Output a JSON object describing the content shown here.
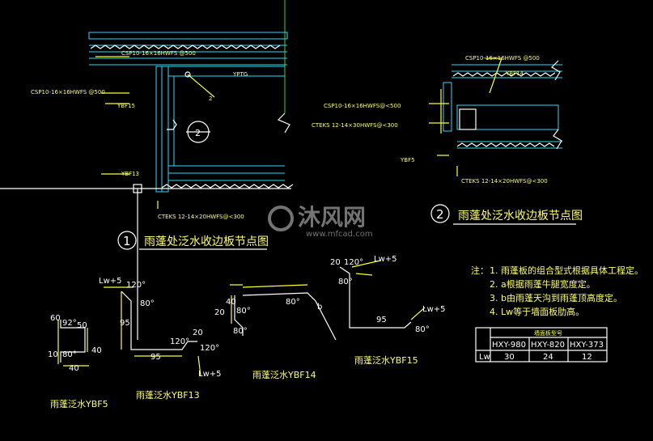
{
  "detail1": {
    "callout_top": "CSP10-16×16HWFS @500",
    "callout_left": "CSP10-16×16HWFS @500",
    "left_flash": "YBF15",
    "ptg": "YPTG",
    "note_small": "2",
    "ybf13": "YBF13",
    "teks": "CTEKS 12-14×20HWFS@<300",
    "section_number": "2",
    "title_number": "1",
    "title": "雨蓬处泛水收边板节点图"
  },
  "detail2": {
    "callout_top": "CSP10-16×16HWFS @500",
    "ybf14": "YBF14",
    "callout_mid": "CSP10-16×16HWFS@<500",
    "teks_top": "CTEKS 12-14×30HWFS@<300",
    "ybf5": "YBF5",
    "teks_bottom": "CTEKS 12-14×20HWFS@<300",
    "title_number": "2",
    "title": "雨蓬处泛水收边板节点图"
  },
  "profiles": {
    "ybf5": {
      "d60": "60",
      "a92": "92°",
      "d50": "50",
      "d40a": "40",
      "d10": "10",
      "a80": "80°",
      "d40b": "40",
      "label": "雨蓬泛水YBF5"
    },
    "ybf13": {
      "lw_top": "Lw+5",
      "a120a": "120°",
      "a80": "80°",
      "d95v": "95",
      "d95h": "95",
      "a120b": "120°",
      "d20": "20",
      "a120c": "120°",
      "lw_bottom": "Lw+5",
      "label": "雨蓬泛水YBF13"
    },
    "ybf14": {
      "d40": "40",
      "a80a": "80°",
      "d20": "20",
      "a80b": "80°",
      "a80c": "80°",
      "b": "b",
      "label": "雨蓬泛水YBF14"
    },
    "ybf15": {
      "d20": "20",
      "a120": "120°",
      "lw_top": "Lw+5",
      "a80a": "80°",
      "d95": "95",
      "lw_right": "Lw+5",
      "a80b": "80°",
      "label": "雨蓬泛水YBF15"
    }
  },
  "notes": {
    "heading": "注：",
    "items": [
      "1. 雨蓬板的组合型式根据具体工程定。",
      "2. a根据雨蓬牛腿宽度定。",
      "3. b由雨蓬天沟到雨蓬顶高度定。",
      "4. Lw等于墙面板肋高。"
    ]
  },
  "table": {
    "header": "墙面板型号",
    "row_label": "Lw",
    "columns": [
      "HXY-980",
      "HXY-820",
      "HXY-373"
    ],
    "values": [
      "30",
      "24",
      "12"
    ]
  },
  "watermark": {
    "logo": "沐风网",
    "url": "www.mfcad.com"
  }
}
